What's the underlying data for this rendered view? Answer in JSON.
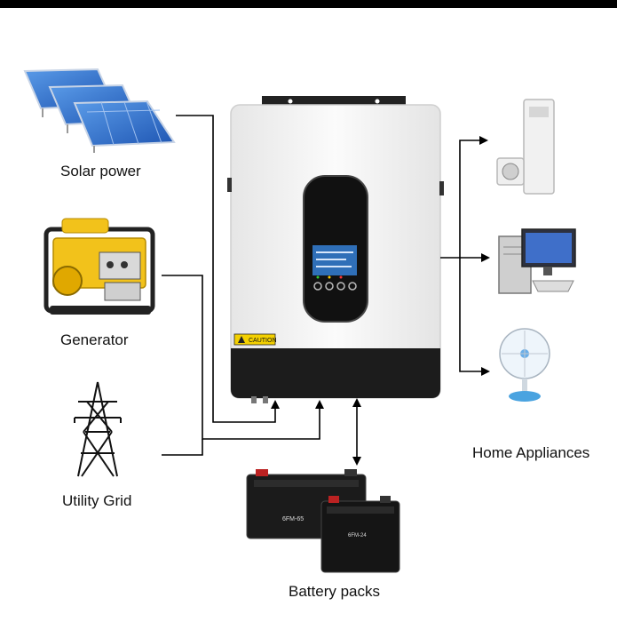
{
  "sources": {
    "solar": "Solar power",
    "generator": "Generator",
    "grid": "Utility Grid"
  },
  "outputs": {
    "appliances": "Home Appliances"
  },
  "storage": {
    "battery": "Battery packs"
  },
  "device": {
    "caution_label": "CAUTION",
    "battery_big_label": "6FM-65",
    "battery_small_label": "6FM-24"
  },
  "colors": {
    "panel_blue": "#2e6fd0",
    "generator_yellow": "#f2c21b",
    "inverter_body": "#f5f5f5",
    "inverter_base": "#1c1c1c",
    "line": "#000000"
  }
}
